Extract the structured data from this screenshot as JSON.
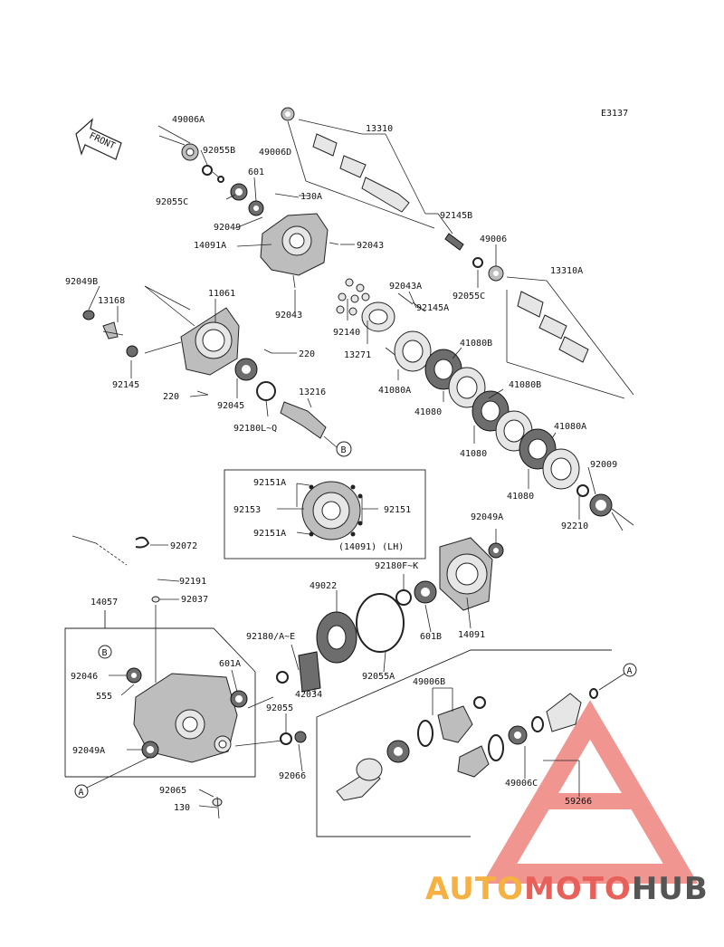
{
  "diagram_code": "E3137",
  "front_label": "FRONT",
  "lh_note": "(14091) (LH)",
  "watermark": {
    "part1": "AUTO",
    "part2": "MOTO",
    "part3": "HUB",
    "color_orange": "#f5b142",
    "color_red": "#e8605a",
    "color_gray": "#555555"
  },
  "parts": [
    "49006A",
    "92055B",
    "92055C",
    "601",
    "92049",
    "130A",
    "14091A",
    "92043",
    "49006D",
    "13310",
    "92145B",
    "49006",
    "92055C",
    "13310A",
    "92049B",
    "13168",
    "11061",
    "92145",
    "220",
    "220",
    "92045",
    "92180L~Q",
    "13216",
    "92043",
    "92140",
    "92043A",
    "92145A",
    "13271",
    "41080B",
    "41080A",
    "41080",
    "41080B",
    "41080",
    "41080A",
    "41080",
    "92009",
    "92210",
    "92151A",
    "92153",
    "92151",
    "92151A",
    "92049A",
    "92072",
    "92191",
    "92037",
    "14057",
    "92180F~K",
    "49022",
    "601B",
    "14091",
    "92180/A~E",
    "601A",
    "42034",
    "92055A",
    "92046",
    "555",
    "92055",
    "49006B",
    "92049A",
    "92066",
    "49006C",
    "59266",
    "92065",
    "130"
  ],
  "callouts": [
    "B",
    "B",
    "A",
    "A"
  ]
}
